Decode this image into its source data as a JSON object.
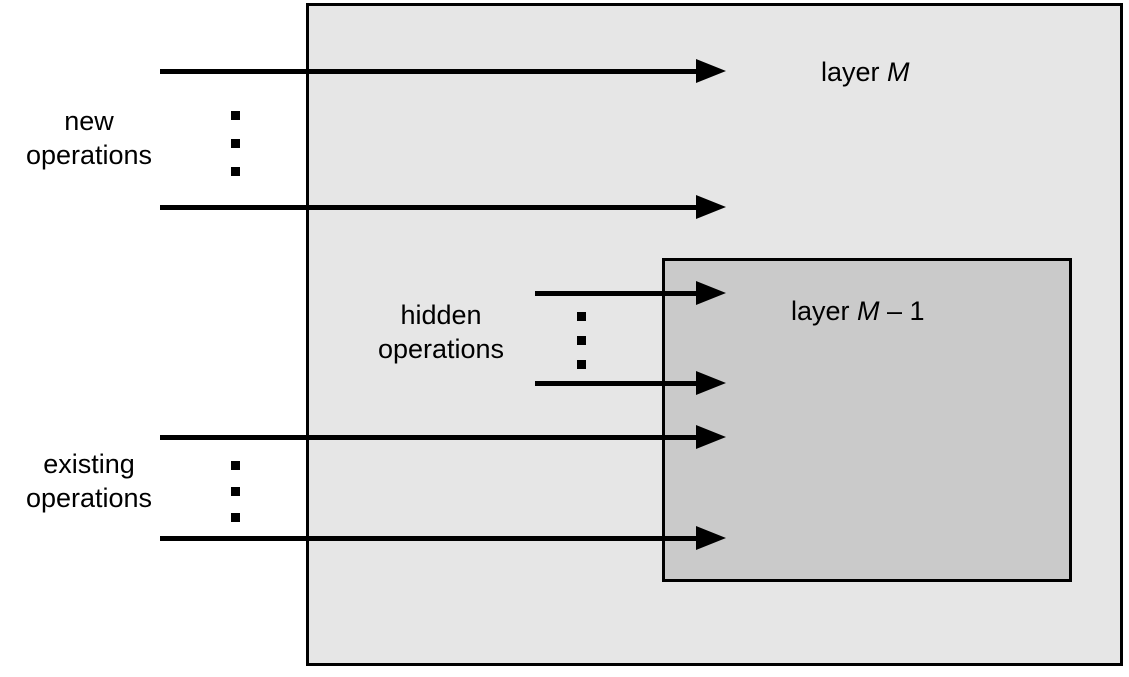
{
  "diagram": {
    "title": "layer architecture diagram",
    "colors": {
      "outer_layer_fill": "#e6e6e6",
      "inner_layer_fill": "#cacaca",
      "stroke": "#000000",
      "background": "#ffffff"
    },
    "outer_layer": {
      "label_prefix": "layer ",
      "label_symbol": "M",
      "label_suffix": ""
    },
    "inner_layer": {
      "label_prefix": "layer ",
      "label_symbol": "M",
      "label_suffix": " – 1"
    },
    "groups": {
      "new_operations": {
        "line1": "new",
        "line2": "operations",
        "arrow_count_shown": 2,
        "ellipsis_dots": 3
      },
      "hidden_operations": {
        "line1": "hidden",
        "line2": "operations",
        "arrow_count_shown": 2,
        "ellipsis_dots": 3
      },
      "existing_operations": {
        "line1": "existing",
        "line2": "operations",
        "arrow_count_shown": 2,
        "ellipsis_dots": 3
      }
    }
  }
}
